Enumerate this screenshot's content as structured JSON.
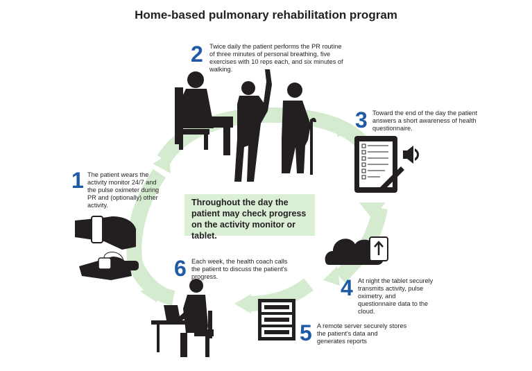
{
  "title": "Home-based pulmonary rehabilitation program",
  "center_note": "Throughout the day the patient may check progress on the activity monitor or tablet.",
  "steps": [
    {
      "number": "1",
      "text": "The patient wears the activity monitor 24/7 and the pulse oximeter during PR and (optionally) other activity."
    },
    {
      "number": "2",
      "text": "Twice daily the patient performs the PR routine of three minutes of personal breathing, five exercises with 10 reps each, and six minutes of walking."
    },
    {
      "number": "3",
      "text": "Toward the end of the day the patient answers a short awareness of health questionnaire."
    },
    {
      "number": "4",
      "text": "At night the tablet securely transmits activity, pulse oximetry, and questionnaire data to the cloud."
    },
    {
      "number": "5",
      "text": "A remote server securely stores the patient's data and generates reports"
    },
    {
      "number": "6",
      "text": "Each week, the health coach calls the patient to discuss the patient's progress."
    }
  ],
  "colors": {
    "accent": "#1f5aa6",
    "cycle_arrow": "#d4ebcf",
    "note_bg": "#dbeed6",
    "silhouette": "#231f20"
  },
  "icons": [
    "wrist-activity-monitor-icon",
    "pulse-oximeter-icon",
    "seated-patient-icon",
    "stretching-patient-icon",
    "walking-patient-icon",
    "tablet-questionnaire-icon",
    "speaker-icon",
    "cloud-upload-icon",
    "server-icon",
    "health-coach-laptop-icon"
  ]
}
